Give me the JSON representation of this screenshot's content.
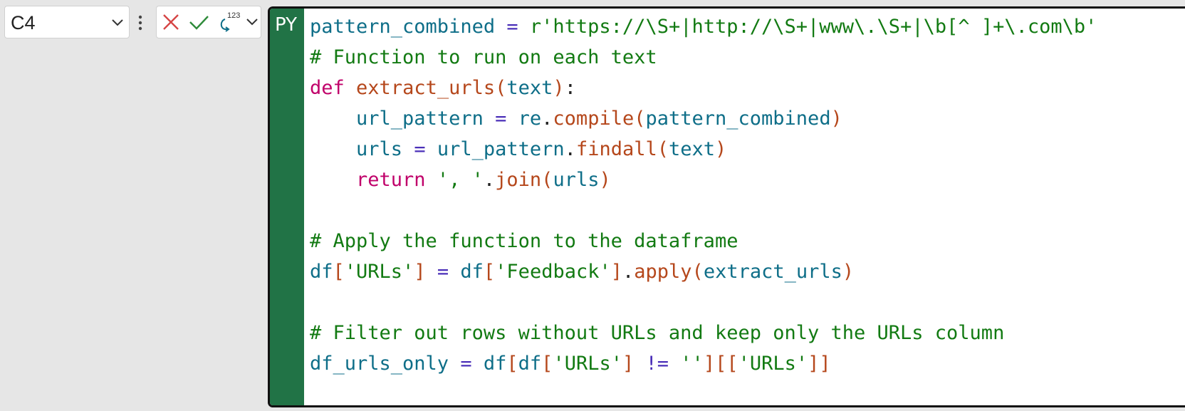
{
  "name_box": {
    "value": "C4"
  },
  "formula_actions": {
    "cancel_icon": "close-icon",
    "confirm_icon": "check-icon",
    "output_type_badge": "123"
  },
  "editor": {
    "language_label": "PY",
    "lines": [
      "pattern_combined = r'https://\\S+|http://\\S+|www\\.\\S+|\\b[^ ]+\\.com\\b'",
      "# Function to run on each text",
      "def extract_urls(text):",
      "    url_pattern = re.compile(pattern_combined)",
      "    urls = url_pattern.findall(text)",
      "    return ', '.join(urls)",
      "",
      "# Apply the function to the dataframe",
      "df['URLs'] = df['Feedback'].apply(extract_urls)",
      "",
      "# Filter out rows without URLs and keep only the URLs column",
      "df_urls_only = df[df['URLs'] != ''][['URLs']]"
    ]
  },
  "colors": {
    "gutter": "#217346",
    "keyword": "#c0006a",
    "function": "#b5471b",
    "variable": "#0e6e88",
    "string": "#127a12",
    "cancel": "#d64545",
    "confirm": "#2e8b3a"
  }
}
